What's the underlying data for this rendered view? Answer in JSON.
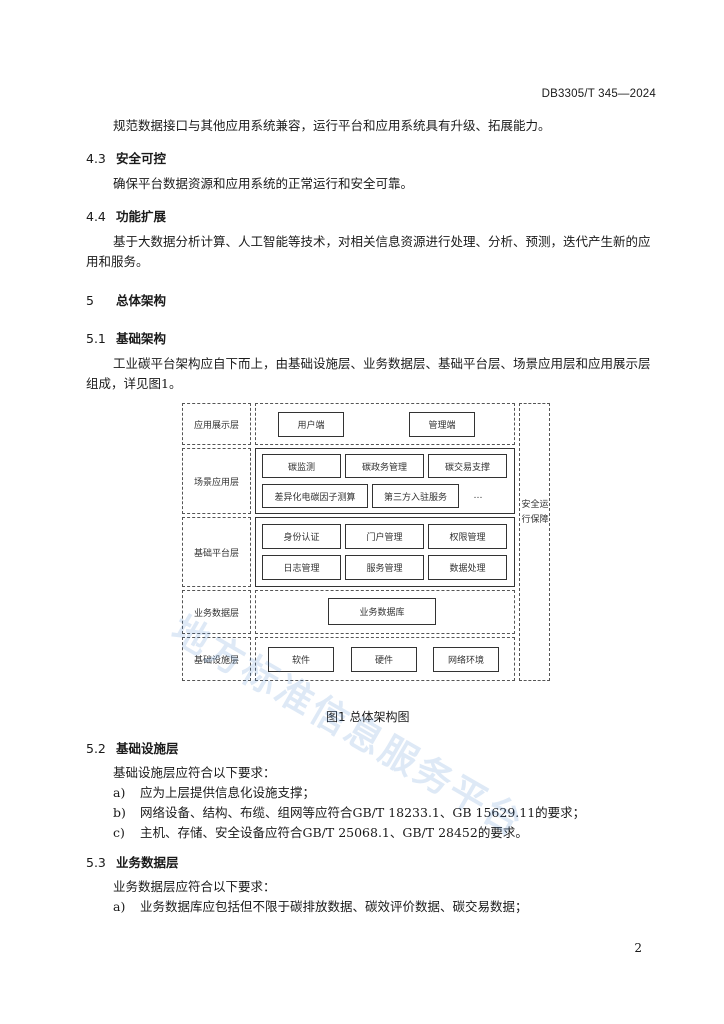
{
  "header": {
    "doc_id": "DB3305/T 345—2024"
  },
  "intro_text": "规范数据接口与其他应用系统兼容，运行平台和应用系统具有升级、拓展能力。",
  "s4_3": {
    "num": "4.3",
    "title": "安全可控",
    "text": "确保平台数据资源和应用系统的正常运行和安全可靠。"
  },
  "s4_4": {
    "num": "4.4",
    "title": "功能扩展",
    "text1": "基于大数据分析计算、人工智能等技术，对相关信息资源进行处理、分析、预测，迭代产生新的应",
    "text2": "用和服务。"
  },
  "s5": {
    "num": "5",
    "title": "总体架构"
  },
  "s5_1": {
    "num": "5.1",
    "title": "基础架构",
    "text1": "工业碳平台架构应自下而上，由基础设施层、业务数据层、基础平台层、场景应用层和应用展示层",
    "text2": "组成，详见图1。"
  },
  "figure": {
    "layer_display": "应用展示层",
    "display_items": [
      "用户端",
      "管理端"
    ],
    "layer_scene": "场景应用层",
    "scene_items": [
      "碳监测",
      "碳政务管理",
      "碳交易支撑",
      "差异化电碳因子测算",
      "第三方入驻服务",
      "…"
    ],
    "layer_platform": "基础平台层",
    "platform_items": [
      "身份认证",
      "门户管理",
      "权限管理",
      "日志管理",
      "服务管理",
      "数据处理"
    ],
    "layer_data": "业务数据层",
    "data_items": [
      "业务数据库"
    ],
    "layer_infra": "基础设施层",
    "infra_items": [
      "软件",
      "硬件",
      "网络环境"
    ],
    "security": "安全运行保障",
    "caption": "图1  总体架构图"
  },
  "s5_2": {
    "num": "5.2",
    "title": "基础设施层",
    "intro": "基础设施层应符合以下要求：",
    "items": [
      {
        "label": "a)",
        "text": "应为上层提供信息化设施支撑；"
      },
      {
        "label": "b)",
        "text": "网络设备、结构、布缆、组网等应符合GB/T 18233.1、GB 15629.11的要求；"
      },
      {
        "label": "c)",
        "text": "主机、存储、安全设备应符合GB/T 25068.1、GB/T 28452的要求。"
      }
    ]
  },
  "s5_3": {
    "num": "5.3",
    "title": "业务数据层",
    "intro": "业务数据层应符合以下要求：",
    "items": [
      {
        "label": "a)",
        "text": "业务数据库应包括但不限于碳排放数据、碳效评价数据、碳交易数据；"
      }
    ]
  },
  "watermark": "地方标准信息服务平台",
  "page_number": "2"
}
